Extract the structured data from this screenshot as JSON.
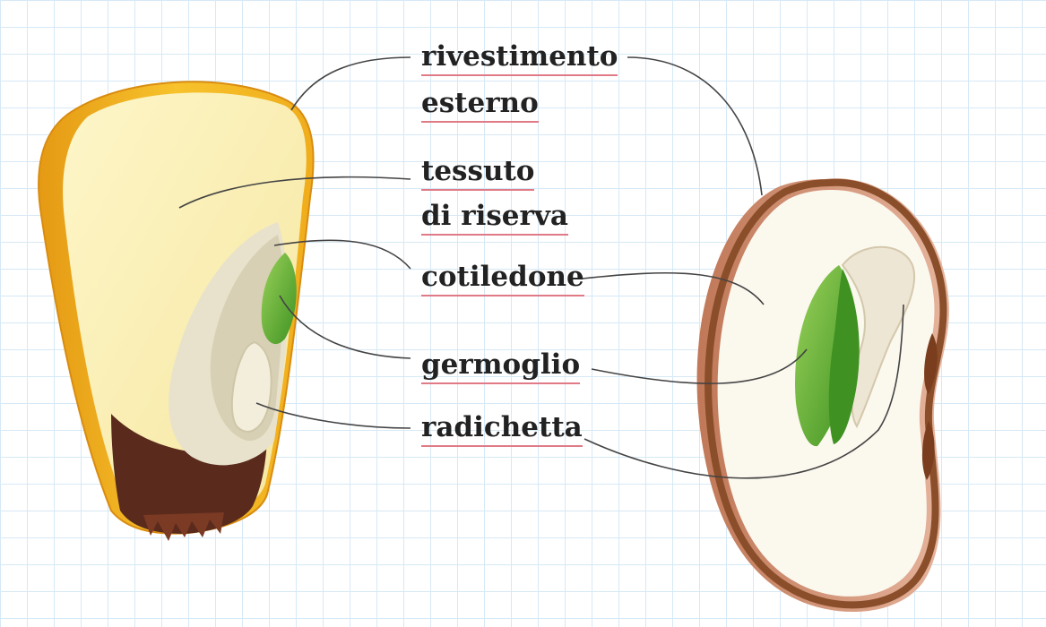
{
  "labels": {
    "seed_coat_line1": "rivestimento",
    "seed_coat_line2": "esterno",
    "reserve_line1": "tessuto",
    "reserve_line2": "di riserva",
    "cotyledon": "cotiledone",
    "shoot": "germoglio",
    "radicle": "radichetta"
  },
  "colors": {
    "label_underline": "#e07a86",
    "leader_line": "#444444",
    "corn_coat": "#f2b41c",
    "corn_endosperm": "#fbf0b4",
    "bean_coat": "#8a4e2a",
    "bean_interior": "#fbf8ee",
    "embryo_green": "#5fae32"
  }
}
